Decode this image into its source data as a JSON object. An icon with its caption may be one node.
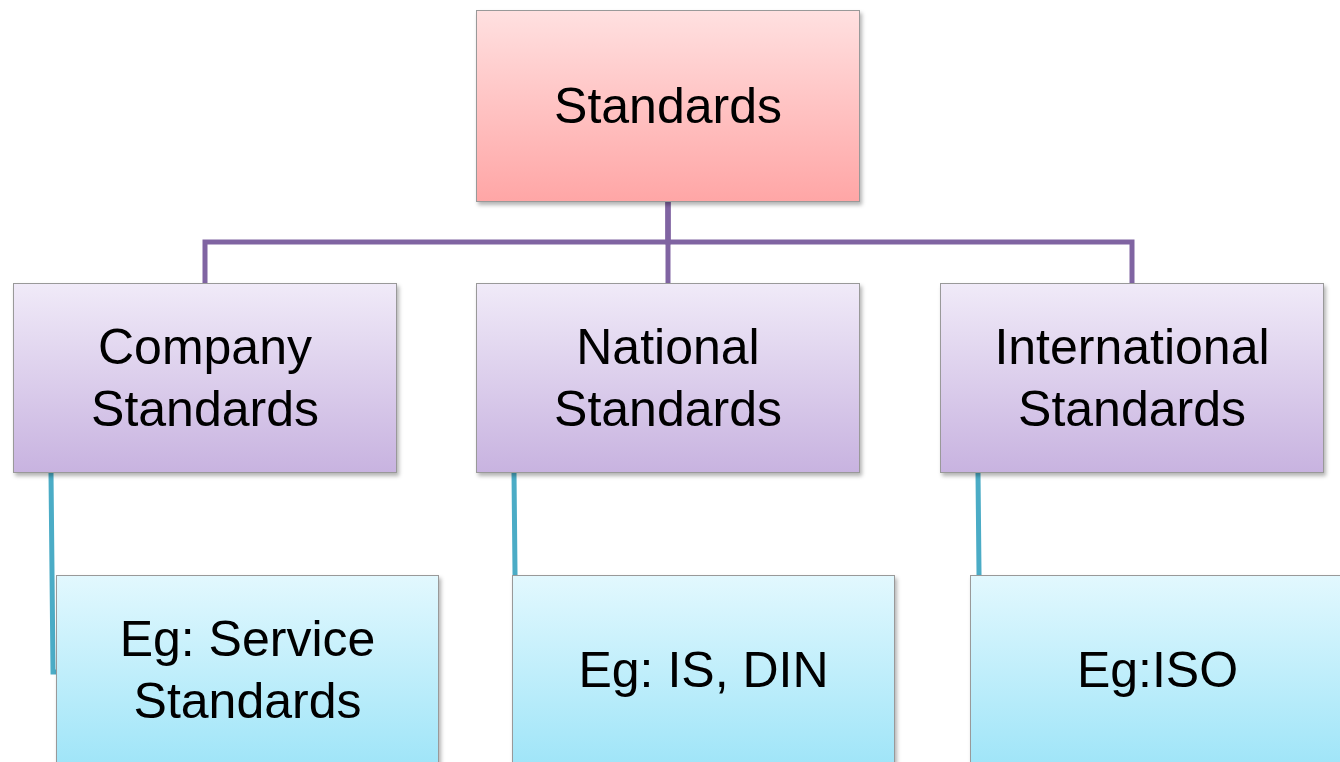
{
  "diagram": {
    "nodes": [
      {
        "text": [
          "Standards"
        ]
      },
      {
        "text": [
          "Company Standards"
        ]
      },
      {
        "text": [
          "National Standards"
        ]
      },
      {
        "text": [
          "International Standards"
        ]
      },
      {
        "text": [
          "Eg: Service Standards"
        ]
      },
      {
        "text": [
          "Eg: IS, DIN"
        ]
      },
      {
        "text": [
          "Eg:ISO"
        ]
      }
    ],
    "edges": [
      {
        "from": 0,
        "to": 1,
        "arrow": "none"
      },
      {
        "from": 0,
        "to": 2,
        "arrow": "none"
      },
      {
        "from": 0,
        "to": 3,
        "arrow": "none"
      },
      {
        "from": 1,
        "to": 4,
        "arrow": "none",
        "color": "#4bacc6"
      },
      {
        "from": 2,
        "to": 5,
        "arrow": "none",
        "color": "#4bacc6"
      },
      {
        "from": 3,
        "to": 6,
        "arrow": "none",
        "color": "#4bacc6"
      }
    ]
  }
}
